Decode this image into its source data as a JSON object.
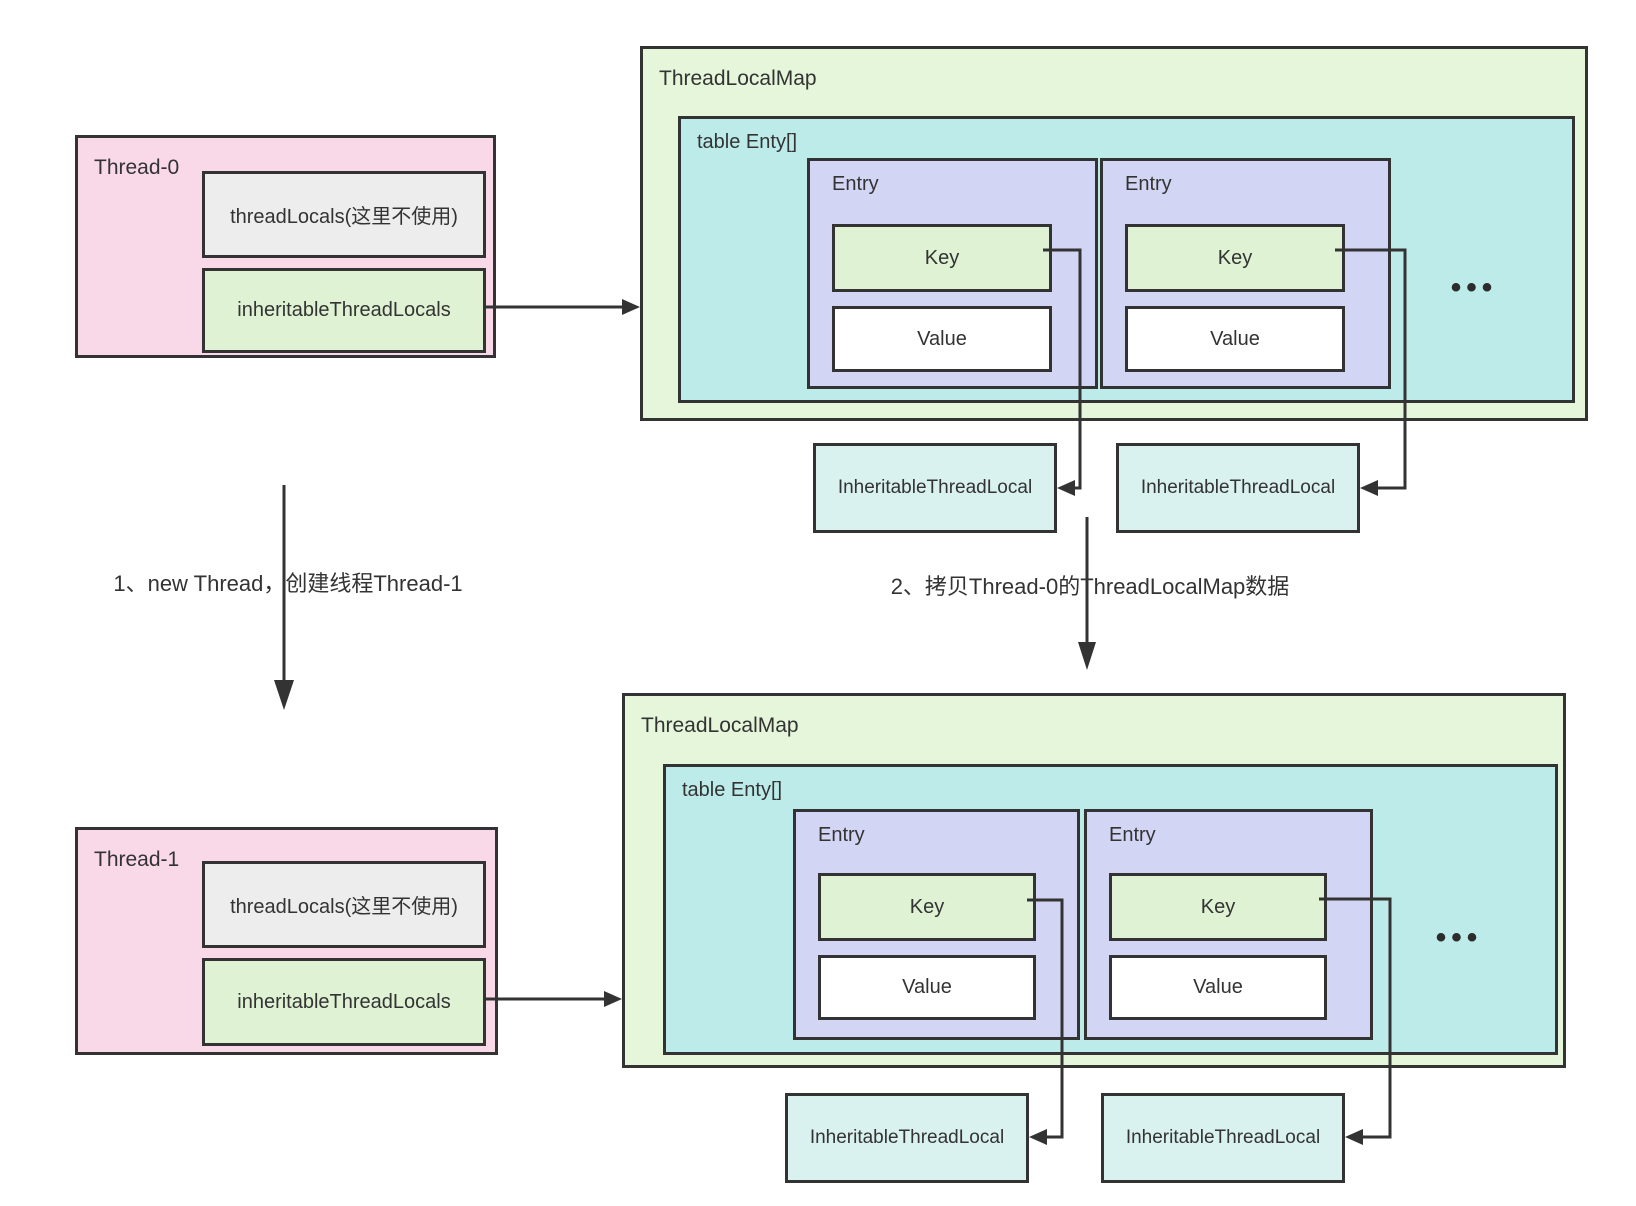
{
  "colors": {
    "thread_fill": "#f9d9e8",
    "map_fill": "#e5f6da",
    "table_fill": "#bdebea",
    "entry_fill": "#d3d5f5",
    "key_fill": "#dff3d4",
    "value_fill": "#ffffff",
    "ref_fill": "#d9f1ef",
    "unused_fill": "#ededed",
    "line": "#333333"
  },
  "top": {
    "thread": {
      "title": "Thread-0",
      "thread_locals": "threadLocals(这里不使用)",
      "inheritable": "inheritableThreadLocals"
    },
    "map": {
      "title": "ThreadLocalMap",
      "table": "table Enty[]",
      "entries": [
        {
          "label": "Entry",
          "key": "Key",
          "value": "Value"
        },
        {
          "label": "Entry",
          "key": "Key",
          "value": "Value"
        }
      ],
      "ellipsis": "•••"
    },
    "refs": [
      "InheritableThreadLocal",
      "InheritableThreadLocal"
    ]
  },
  "bottom": {
    "thread": {
      "title": "Thread-1",
      "thread_locals": "threadLocals(这里不使用)",
      "inheritable": "inheritableThreadLocals"
    },
    "map": {
      "title": "ThreadLocalMap",
      "table": "table Enty[]",
      "entries": [
        {
          "label": "Entry",
          "key": "Key",
          "value": "Value"
        },
        {
          "label": "Entry",
          "key": "Key",
          "value": "Value"
        }
      ],
      "ellipsis": "•••"
    },
    "refs": [
      "InheritableThreadLocal",
      "InheritableThreadLocal"
    ]
  },
  "steps": [
    {
      "label": "1、new Thread，创建线程Thread-1"
    },
    {
      "label": "2、拷贝Thread-0的ThreadLocalMap数据"
    }
  ]
}
